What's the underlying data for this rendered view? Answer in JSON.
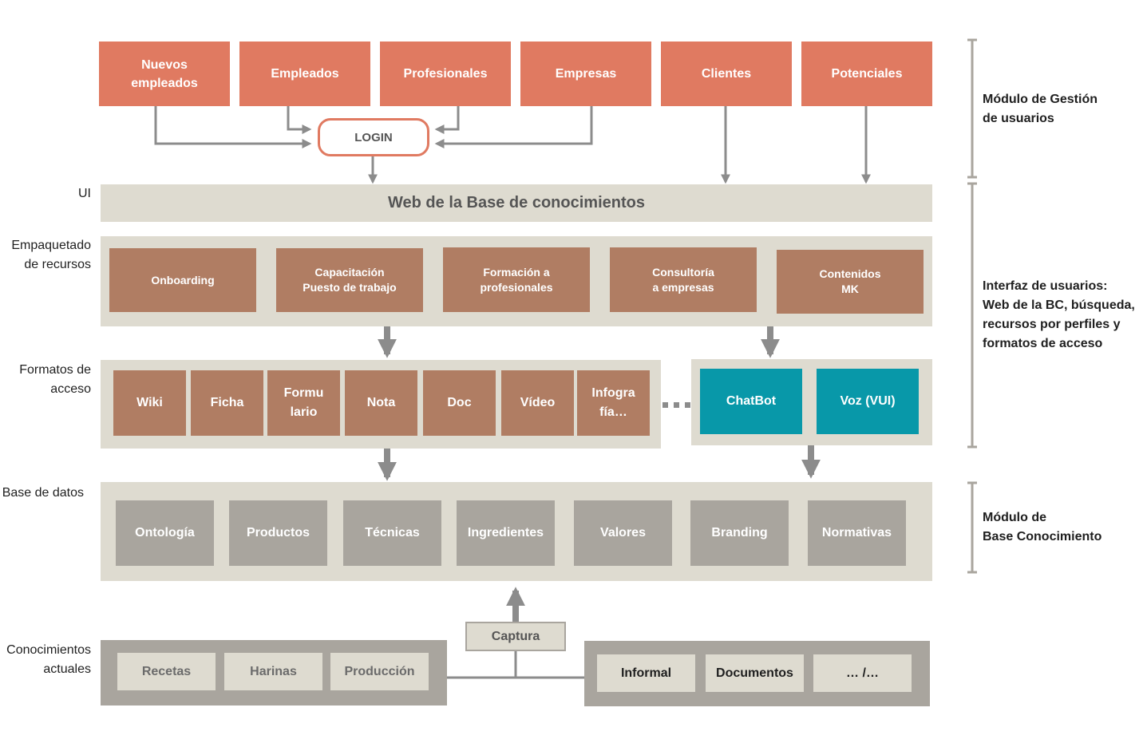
{
  "users": [
    "Nuevos\nempleados",
    "Empleados",
    "Profesionales",
    "Empresas",
    "Clientes",
    "Potenciales"
  ],
  "login": "LOGIN",
  "ui": {
    "label": "UI",
    "title": "Web de la Base de conocimientos"
  },
  "packaging": {
    "label": "Empaquetado\nde recursos",
    "items": [
      "Onboarding",
      "Capacitación\nPuesto de trabajo",
      "Formación a\nprofesionales",
      "Consultoría\na empresas",
      "Contenidos\nMK"
    ]
  },
  "formats": {
    "label": "Formatos de\nacceso",
    "items": [
      "Wiki",
      "Ficha",
      "Formu\nlario",
      "Nota",
      "Doc",
      "Vídeo",
      "Infogra\nfía…"
    ],
    "digital": [
      "ChatBot",
      "Voz (VUI)"
    ]
  },
  "database": {
    "label": "Base de datos",
    "items": [
      "Ontología",
      "Productos",
      "Técnicas",
      "Ingredientes",
      "Valores",
      "Branding",
      "Normativas"
    ]
  },
  "knowledge": {
    "label": "Conocimientos\nactuales",
    "left": [
      "Recetas",
      "Harinas",
      "Producción"
    ],
    "right": [
      "Informal",
      "Documentos",
      "… /…"
    ],
    "capture": "Captura"
  },
  "modules": {
    "users": "Módulo de Gestión\nde usuarios",
    "interface": "Interfaz de usuarios:\nWeb de la BC, búsqueda,\nrecursos por perfiles y\nformatos de acceso",
    "kb": "Módulo de\nBase Conocimiento"
  },
  "colors": {
    "user": "#e07a61",
    "band": "#dedbd0",
    "resource": "#b07d63",
    "digital": "#0898a9",
    "db": "#a9a59e",
    "arrow": "#8c8c8c"
  }
}
